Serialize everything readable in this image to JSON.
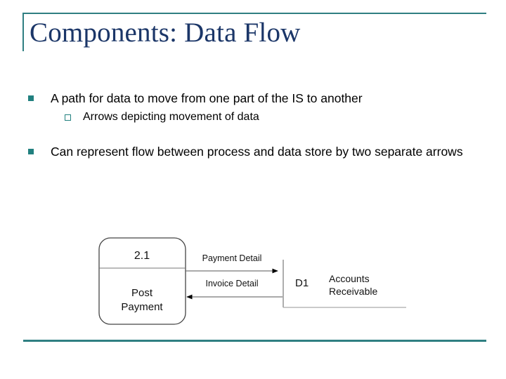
{
  "slide": {
    "title": "Components: Data Flow",
    "accent_color": "#2F7F82",
    "title_color": "#1B3668",
    "bullet_color": "#21807F",
    "background_color": "#FFFFFF"
  },
  "body": {
    "bullets": [
      {
        "level": 1,
        "text": "A path for data to move from one part of the IS to another",
        "marker": "filled-square"
      },
      {
        "level": 2,
        "text": "Arrows depicting movement of data",
        "marker": "hollow-square"
      },
      {
        "level": 1,
        "text": "Can represent flow between process and data store by two separate arrows",
        "marker": "filled-square"
      }
    ]
  },
  "diagram": {
    "type": "data-flow-diagram",
    "process": {
      "number": "2.1",
      "name_line1": "Post",
      "name_line2": "Payment"
    },
    "data_store": {
      "id": "D1",
      "name_line1": "Accounts",
      "name_line2": "Receivable"
    },
    "flows": [
      {
        "label": "Payment Detail",
        "direction": "process-to-store"
      },
      {
        "label": "Invoice Detail",
        "direction": "store-to-process"
      }
    ],
    "stroke_color": "#555555",
    "arrow_color": "#000000"
  }
}
